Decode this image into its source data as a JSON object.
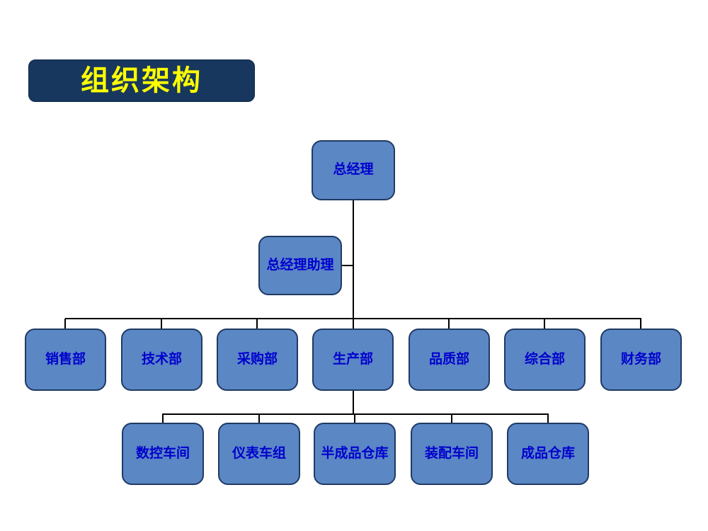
{
  "slide": {
    "title": "组织架构"
  },
  "org_chart": {
    "root": {
      "label": "总经理"
    },
    "assistant": {
      "label": "总经理助理"
    },
    "departments": [
      {
        "label": "销售部"
      },
      {
        "label": "技术部"
      },
      {
        "label": "采购部"
      },
      {
        "label": "生产部"
      },
      {
        "label": "品质部"
      },
      {
        "label": "综合部"
      },
      {
        "label": "财务部"
      }
    ],
    "production_units": [
      {
        "label": "数控车间"
      },
      {
        "label": "仪表车组"
      },
      {
        "label": "半成品仓库"
      },
      {
        "label": "装配车间"
      },
      {
        "label": "成品仓库"
      }
    ]
  },
  "colors": {
    "node_fill": "#5b87c5",
    "node_border": "#1f3b63",
    "node_text": "#0000cd",
    "title_fill": "#17375e",
    "title_text": "#ffff00",
    "connector": "#000000",
    "background": "#ffffff"
  }
}
